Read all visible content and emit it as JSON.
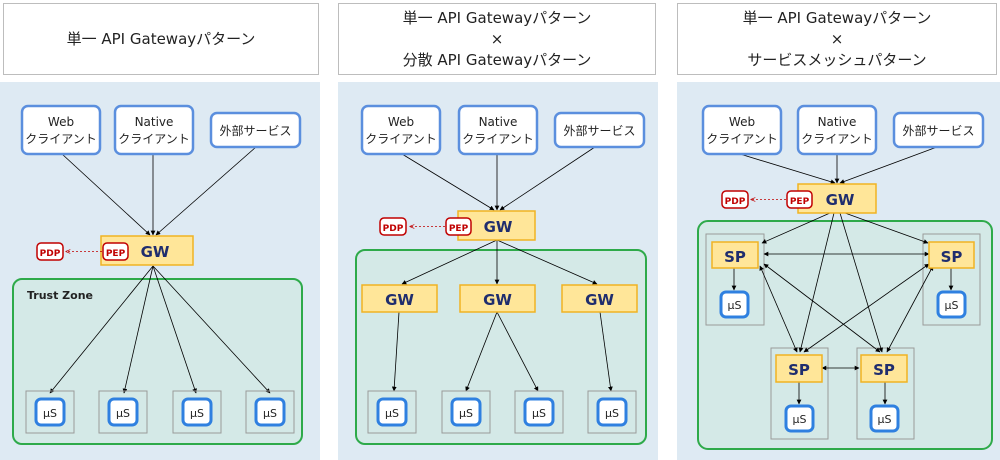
{
  "headers": [
    {
      "lines": [
        "単一 API Gatewayパターン"
      ]
    },
    {
      "lines": [
        "単一 API Gatewayパターン",
        "×",
        "分散 API Gatewayパターン"
      ]
    },
    {
      "lines": [
        "単一 API Gatewayパターン",
        "×",
        "サービスメッシュパターン"
      ]
    }
  ],
  "labels": {
    "web": [
      "Web",
      "クライアント"
    ],
    "native": [
      "Native",
      "クライアント"
    ],
    "external": "外部サービス",
    "gw": "GW",
    "pep": "PEP",
    "pdp": "PDP",
    "sp": "SP",
    "microservice": "μS",
    "trust_zone": "Trust Zone"
  },
  "colors": {
    "panel_bg": "#deeaf3",
    "client_border": "#5b8fde",
    "gw_fill": "#ffe699",
    "gw_border": "#f0b323",
    "gw_text": "#1f2d6e",
    "zone_border": "#2eaa4a",
    "zone_fill": "#d4e9e7",
    "pdp_pep": "#c00000"
  }
}
